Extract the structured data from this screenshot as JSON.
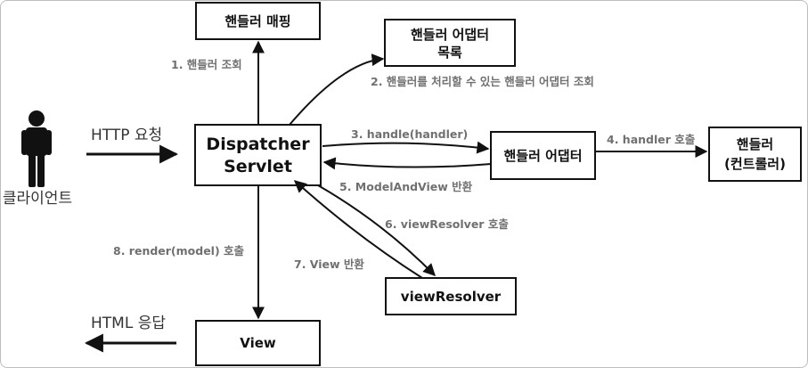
{
  "nodes": {
    "handler_mapping": "핸들러 매핑",
    "adapter_list_line1": "핸들러 어댑터",
    "adapter_list_line2": "목록",
    "dispatcher_line1": "Dispatcher",
    "dispatcher_line2": "Servlet",
    "handler_adapter": "핸들러 어댑터",
    "handler_line1": "핸들러",
    "handler_line2": "(컨트롤러)",
    "view_resolver": "viewResolver",
    "view": "View"
  },
  "client": {
    "label": "클라이언트",
    "request": "HTTP 요청",
    "response": "HTML 응답"
  },
  "steps": {
    "s1": "1. 핸들러 조회",
    "s2": "2. 핸들러를 처리할 수 있는 핸들러 어댑터 조회",
    "s3": "3. handle(handler)",
    "s4": "4. handler 호출",
    "s5": "5. ModelAndView 반환",
    "s6": "6. viewResolver 호출",
    "s7": "7. View 반환",
    "s8": "8. render(model) 호출"
  }
}
